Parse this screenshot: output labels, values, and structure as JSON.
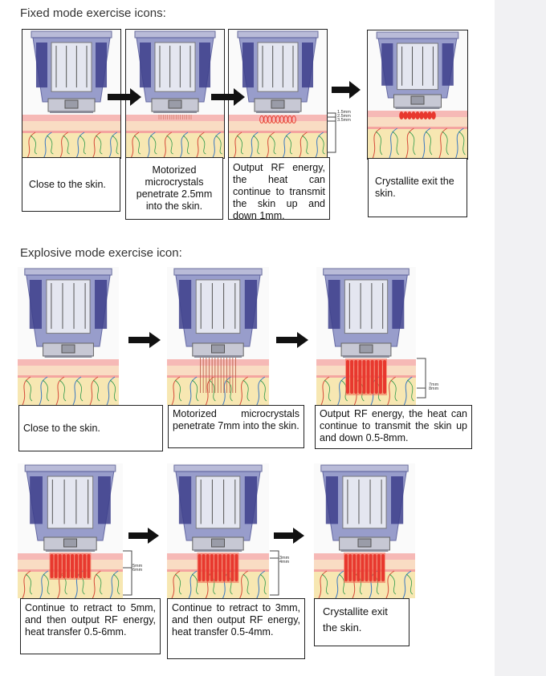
{
  "fixed_title": "Fixed mode exercise icons:",
  "explosive_title": "Explosive mode exercise icon:",
  "fixed_captions": [
    "Close to the skin.",
    "Motorized microcrystals penetrate 2.5mm into the skin.",
    "Output RF energy, the heat can continue to transmit the skin up and down 1mm.",
    "Crystallite exit the skin."
  ],
  "explosive_captions": [
    "Close to the skin.",
    "Motorized microcrystals penetrate 7mm into the skin.",
    "Output RF energy, the heat can continue to transmit the skin up and down 0.5-8mm.",
    "Continue to retract to 5mm, and then output RF energy, heat transfer 0.5-6mm.",
    "Continue to retract to 3mm, and then output RF energy, heat transfer 0.5-4mm.",
    "Crystallite exit the skin."
  ],
  "depth_labels": {
    "fixed": [
      "1.5mm",
      "2.5mm",
      "3.5mm"
    ],
    "explosive_1": [
      "7mm",
      "8mm"
    ],
    "explosive_2": [
      "5mm",
      "6mm"
    ],
    "explosive_3": [
      "3mm",
      "4mm"
    ]
  },
  "colors": {
    "device_body": "#8e93c6",
    "device_dark": "#3d3f8c",
    "skin_top": "#f6b9b6",
    "skin_mid": "#f9dcc3",
    "fat": "#f7e7b2",
    "needle_red": "#e8382e"
  }
}
